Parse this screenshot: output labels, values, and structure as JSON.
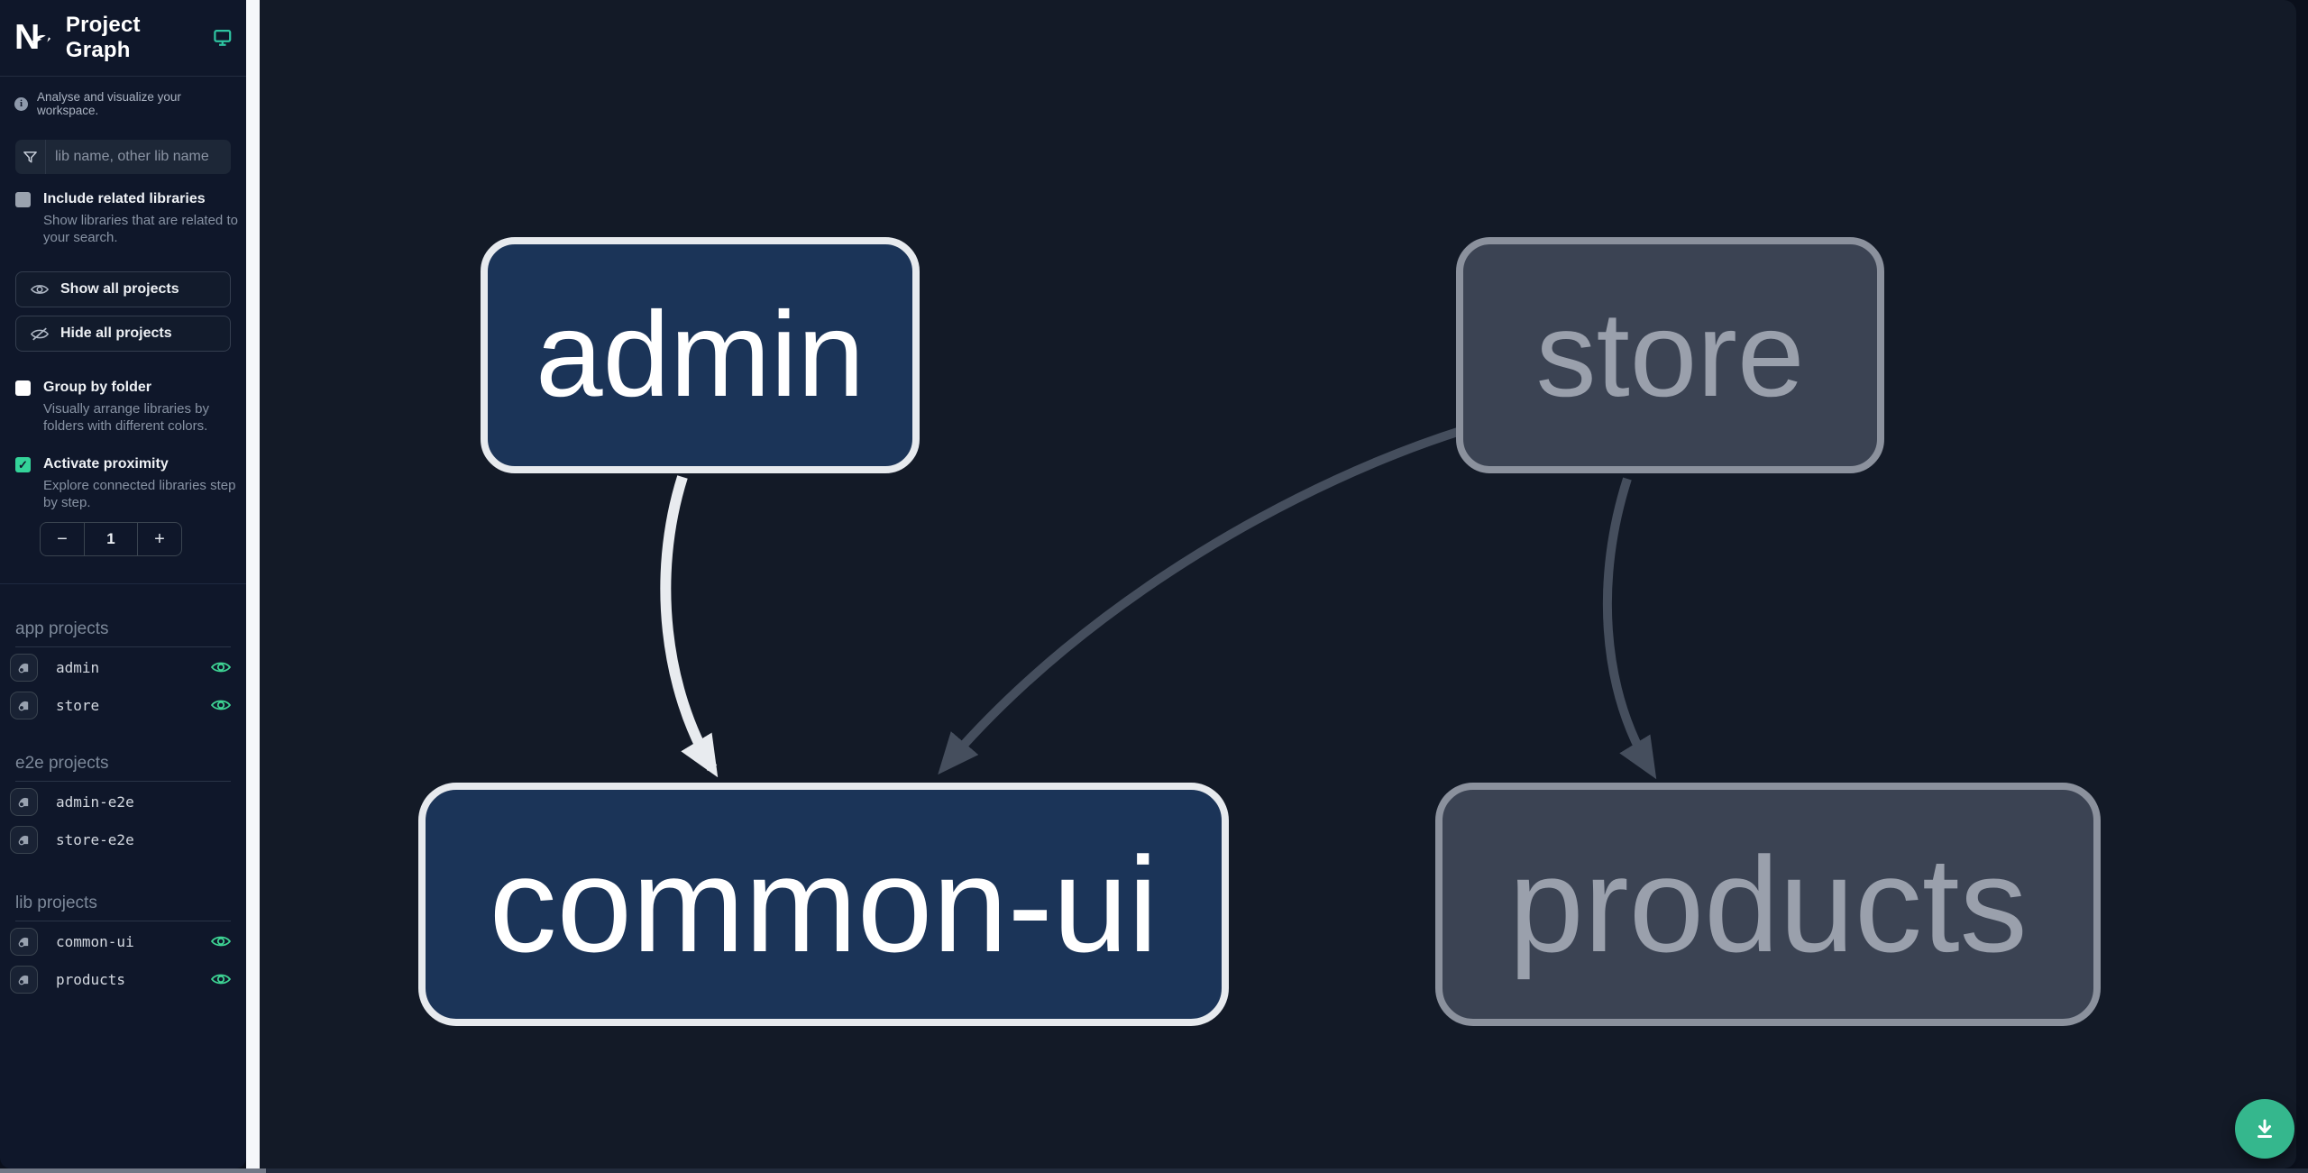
{
  "sidebar": {
    "title": "Project Graph",
    "subtitle": "Analyse and visualize your workspace.",
    "search": {
      "placeholder": "lib name, other lib name"
    },
    "include_related": {
      "label": "Include related libraries",
      "description": "Show libraries that are related to your search.",
      "checked": false
    },
    "show_all_label": "Show all projects",
    "hide_all_label": "Hide all projects",
    "group_by_folder": {
      "label": "Group by folder",
      "description": "Visually arrange libraries by folders with different colors.",
      "checked": false
    },
    "proximity": {
      "label": "Activate proximity",
      "description": "Explore connected libraries step by step.",
      "checked": true,
      "decrement_label": "−",
      "value": "1",
      "increment_label": "+"
    },
    "sections": [
      {
        "heading": "app projects",
        "items": [
          {
            "name": "admin",
            "visible": true
          },
          {
            "name": "store",
            "visible": true
          }
        ]
      },
      {
        "heading": "e2e projects",
        "items": [
          {
            "name": "admin-e2e",
            "visible": false
          },
          {
            "name": "store-e2e",
            "visible": false
          }
        ]
      },
      {
        "heading": "lib projects",
        "items": [
          {
            "name": "common-ui",
            "visible": true
          },
          {
            "name": "products",
            "visible": true
          }
        ]
      }
    ]
  },
  "graph": {
    "nodes": [
      {
        "id": "admin",
        "label": "admin",
        "state": "highlighted"
      },
      {
        "id": "store",
        "label": "store",
        "state": "dimmed"
      },
      {
        "id": "common-ui",
        "label": "common-ui",
        "state": "highlighted"
      },
      {
        "id": "products",
        "label": "products",
        "state": "dimmed"
      }
    ],
    "edges": [
      {
        "from": "admin",
        "to": "common-ui",
        "state": "highlighted"
      },
      {
        "from": "store",
        "to": "common-ui",
        "state": "dimmed"
      },
      {
        "from": "store",
        "to": "products",
        "state": "dimmed"
      }
    ]
  },
  "colors": {
    "accent_green": "#34d399",
    "fab_green": "#35b78d",
    "monitor_icon_teal": "#2ec3a0",
    "node_highlight_fill": "#1b3458",
    "node_highlight_border": "#e7eaee",
    "node_dim_fill": "#3b4353",
    "node_dim_border": "#8b919d",
    "edge_highlight": "#e8ebef",
    "edge_dim": "#454e5d",
    "sidebar_bg": "#0f172a",
    "canvas_bg": "#131a27"
  }
}
